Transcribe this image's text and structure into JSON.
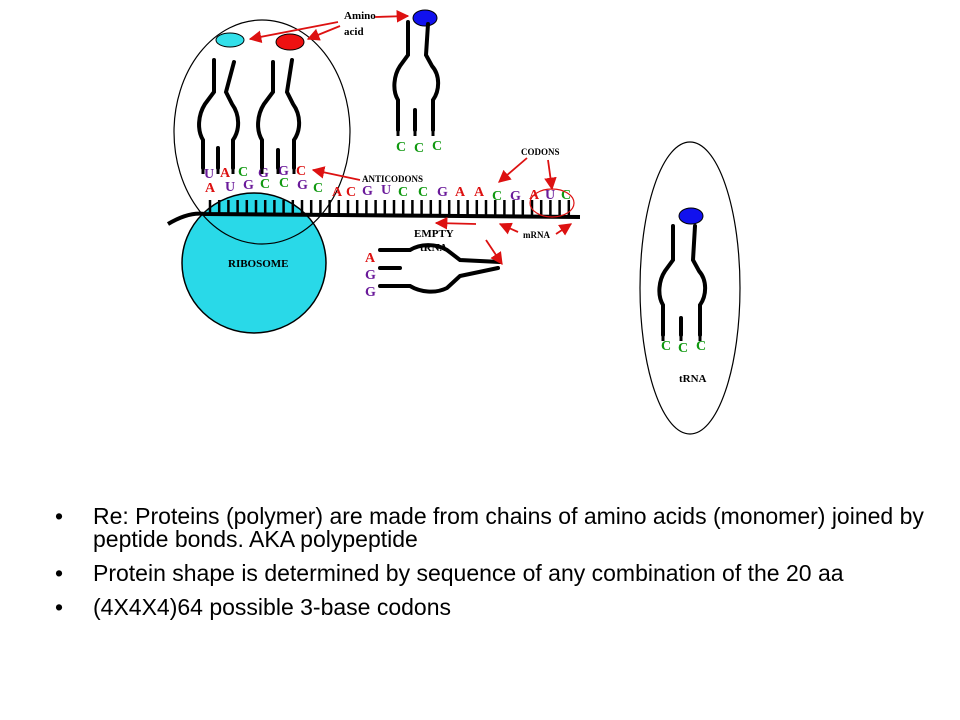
{
  "labels": {
    "amino_acid_line1": "Amino",
    "amino_acid_line2": "acid",
    "anticodons": "ANTICODONS",
    "codons": "CODONS",
    "empty_trna_line1": "EMPTY",
    "empty_trna_line2": "tRNA",
    "mrna": "mRNA",
    "ribosome": "RIBOSOME",
    "trna": "tRNA"
  },
  "colors": {
    "ribosome": "#29d9e8",
    "amino_acid_cyan": "#33e0ea",
    "amino_acid_red": "#ee1111",
    "amino_acid_blue": "#1111ee",
    "base_red": "#dd1111",
    "base_purple": "#6a1a9a",
    "base_green": "#119911",
    "arrow": "#dd1111"
  },
  "trna_left": {
    "anticodon": [
      {
        "base": "U",
        "color": "purple"
      },
      {
        "base": "A",
        "color": "red"
      },
      {
        "base": "C",
        "color": "green"
      }
    ]
  },
  "trna_middle": {
    "anticodon": [
      {
        "base": "G",
        "color": "purple"
      },
      {
        "base": "G",
        "color": "purple"
      },
      {
        "base": "C",
        "color": "red"
      }
    ]
  },
  "trna_top_free": {
    "anticodon": [
      {
        "base": "C",
        "color": "green"
      },
      {
        "base": "C",
        "color": "green"
      },
      {
        "base": "C",
        "color": "green"
      }
    ]
  },
  "trna_isolated": {
    "anticodon": [
      {
        "base": "C",
        "color": "green"
      },
      {
        "base": "C",
        "color": "green"
      },
      {
        "base": "C",
        "color": "green"
      }
    ]
  },
  "empty_trna": {
    "bases": [
      {
        "base": "A",
        "color": "red"
      },
      {
        "base": "G",
        "color": "purple"
      },
      {
        "base": "G",
        "color": "purple"
      }
    ]
  },
  "mrna_bases": [
    {
      "base": "A",
      "color": "red"
    },
    {
      "base": "U",
      "color": "purple"
    },
    {
      "base": "G",
      "color": "purple"
    },
    {
      "base": "C",
      "color": "green"
    },
    {
      "base": "C",
      "color": "green"
    },
    {
      "base": "G",
      "color": "purple"
    },
    {
      "base": "C",
      "color": "green"
    },
    {
      "base": "A",
      "color": "red"
    },
    {
      "base": "C",
      "color": "red"
    },
    {
      "base": "G",
      "color": "purple"
    },
    {
      "base": "U",
      "color": "purple"
    },
    {
      "base": "C",
      "color": "green"
    },
    {
      "base": "C",
      "color": "green"
    },
    {
      "base": "G",
      "color": "purple"
    },
    {
      "base": "A",
      "color": "red"
    },
    {
      "base": "A",
      "color": "red"
    },
    {
      "base": "C",
      "color": "green"
    },
    {
      "base": "G",
      "color": "purple"
    },
    {
      "base": "A",
      "color": "red"
    },
    {
      "base": "U",
      "color": "purple"
    },
    {
      "base": "C",
      "color": "green"
    }
  ],
  "bullets": [
    "Re: Proteins (polymer) are made from chains of amino acids (monomer) joined by peptide bonds. AKA polypeptide",
    "Protein shape is determined by sequence of any combination of the 20 aa",
    "(4X4X4)64 possible 3-base codons"
  ]
}
